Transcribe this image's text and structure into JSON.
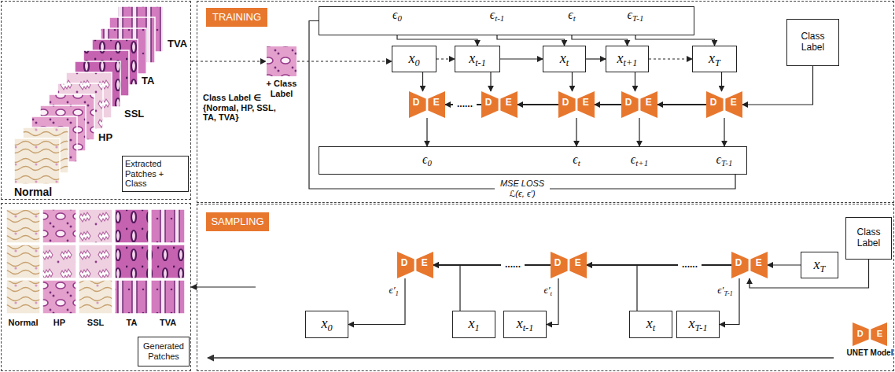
{
  "diagram": {
    "nodes": [
      {
        "text": [
          "TVA",
          "TA",
          "SSL",
          "HP",
          "Normal"
        ]
      },
      {
        "text": [
          "Extracted Patches + Class"
        ],
        "in": 0
      },
      {
        "text": [
          "Class Label ∈ {Normal, HP, SSL, TA, TVA}",
          "......"
        ]
      },
      {
        "text": [
          "TRAINING"
        ],
        "in": 2
      },
      {
        "text": [
          "ϵ0",
          "ϵt-1",
          "ϵt",
          "ϵT-1"
        ],
        "in": 2
      },
      {
        "text": [
          "Class Label"
        ],
        "in": 2
      },
      {
        "text": [
          "+ Class Label"
        ],
        "in": 2
      },
      {
        "text": [
          "x0"
        ],
        "in": 2
      },
      {
        "text": [
          "xt-1"
        ],
        "in": 2
      },
      {
        "text": [
          "xt"
        ],
        "in": 2
      },
      {
        "text": [
          "xt+1"
        ],
        "in": 2
      },
      {
        "text": [
          "xT"
        ],
        "in": 2
      },
      {
        "text": [
          "D",
          "E"
        ],
        "in": 2
      },
      {
        "text": [
          "D",
          "E"
        ],
        "in": 2
      },
      {
        "text": [
          "D",
          "E"
        ],
        "in": 2
      },
      {
        "text": [
          "D",
          "E"
        ],
        "in": 2
      },
      {
        "text": [
          "D",
          "E"
        ],
        "in": 2
      },
      {
        "text": [
          "ϵ0",
          "ϵt",
          "ϵt+1",
          "ϵT-1"
        ],
        "in": 2
      },
      {
        "text": [
          "......",
          "......"
        ]
      },
      {
        "text": [
          "SAMPLING"
        ],
        "in": 18
      },
      {
        "text": [
          "Class Label"
        ],
        "in": 18
      },
      {
        "text": [
          "xT"
        ],
        "in": 18
      },
      {
        "text": [
          "D",
          "E"
        ],
        "in": 18
      },
      {
        "text": [
          "D",
          "E"
        ],
        "in": 18
      },
      {
        "text": [
          "D",
          "E"
        ],
        "in": 18
      },
      {
        "text": [
          "x0"
        ],
        "in": 18
      },
      {
        "text": [
          "x1"
        ],
        "in": 18
      },
      {
        "text": [
          "xt-1"
        ],
        "in": 18
      },
      {
        "text": [
          "xt"
        ],
        "in": 18
      },
      {
        "text": [
          "xT-1"
        ],
        "in": 18
      },
      {
        "text": [
          "Normal",
          "HP",
          "SSL",
          "TA",
          "TVA"
        ]
      },
      {
        "text": [
          "Generated Patches"
        ],
        "in": 30
      }
    ],
    "edges": [
      {
        "from": 0,
        "to": 6,
        "arrow": "to"
      },
      {
        "from": 6,
        "to": 7,
        "arrow": "to"
      },
      {
        "from": 4,
        "to": 8,
        "arrow": "to"
      },
      {
        "from": 4,
        "to": 9,
        "arrow": "to"
      },
      {
        "from": 4,
        "to": 10,
        "arrow": "to"
      },
      {
        "from": 4,
        "to": 11,
        "arrow": "to"
      },
      {
        "from": 7,
        "to": 8,
        "arrow": "to"
      },
      {
        "from": 8,
        "to": 9,
        "arrow": "to"
      },
      {
        "from": 9,
        "to": 10,
        "arrow": "to"
      },
      {
        "from": 10,
        "to": 11,
        "arrow": "to"
      },
      {
        "from": 7,
        "to": 12,
        "arrow": "to"
      },
      {
        "from": 8,
        "to": 13,
        "arrow": "to"
      },
      {
        "from": 9,
        "to": 14,
        "arrow": "to"
      },
      {
        "from": 10,
        "to": 15,
        "arrow": "to"
      },
      {
        "from": 11,
        "to": 16,
        "arrow": "to"
      },
      {
        "from": 5,
        "to": 16,
        "arrow": "to"
      },
      {
        "from": 16,
        "to": 15,
        "arrow": "to"
      },
      {
        "from": 15,
        "to": 14,
        "arrow": "to"
      },
      {
        "from": 14,
        "to": 13,
        "arrow": "to"
      },
      {
        "from": 13,
        "to": 12,
        "arrow": "to"
      },
      {
        "from": 12,
        "to": 17,
        "arrow": "to"
      },
      {
        "from": 14,
        "to": 17,
        "arrow": "to"
      },
      {
        "from": 15,
        "to": 17,
        "arrow": "to"
      },
      {
        "from": 16,
        "to": 17,
        "arrow": "to"
      },
      {
        "from": 4,
        "to": 17,
        "arrow": "none",
        "label": "MSE LOSS ℒ(ϵ, ϵ′)"
      },
      {
        "from": 20,
        "to": 24,
        "arrow": "to"
      },
      {
        "from": 21,
        "to": 24,
        "arrow": "to"
      },
      {
        "from": 24,
        "to": 29,
        "arrow": "to",
        "label": "ϵ′T-1"
      },
      {
        "from": 24,
        "to": 23,
        "arrow": "to"
      },
      {
        "from": 28,
        "to": 23,
        "arrow": "to"
      },
      {
        "from": 23,
        "to": 27,
        "arrow": "to",
        "label": "ϵ′t"
      },
      {
        "from": 23,
        "to": 22,
        "arrow": "to"
      },
      {
        "from": 26,
        "to": 22,
        "arrow": "to"
      },
      {
        "from": 22,
        "to": 25,
        "arrow": "to",
        "label": "ϵ′1"
      },
      {
        "from": 18,
        "to": 30,
        "arrow": "to"
      }
    ],
    "labels": [
      "D",
      "E"
    ],
    "legend": [
      {
        "text": "UNET Model"
      }
    ]
  }
}
